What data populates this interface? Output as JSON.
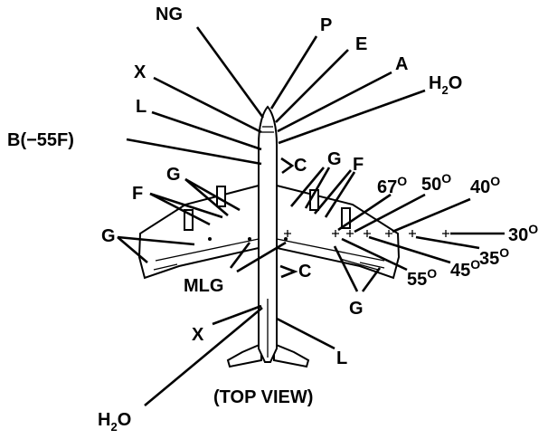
{
  "diagram": {
    "view_caption": "(TOP VIEW)",
    "labels": {
      "ng": "NG",
      "p": "P",
      "e": "E",
      "a": "A",
      "h2o_top": "H",
      "h2o_top_sub": "2",
      "h2o_top_tail": "O",
      "x_top": "X",
      "l_top": "L",
      "b_probe": "B(−55F)",
      "c_fwd": "C",
      "g_left_upper": "G",
      "g_right_upper": "G",
      "f_left": "F",
      "f_right": "F",
      "g_left_lower": "G",
      "g_right_lower": "G",
      "mlg": "MLG",
      "c_aft": "C",
      "x_bottom": "X",
      "l_bottom": "L",
      "h2o_bottom": "H",
      "h2o_bottom_sub": "2",
      "h2o_bottom_tail": "O"
    },
    "angles": {
      "a67": "67",
      "a50": "50",
      "a40": "40",
      "a30": "30",
      "a55": "55",
      "a45": "45",
      "a35": "35",
      "degree_mark": "O"
    }
  }
}
